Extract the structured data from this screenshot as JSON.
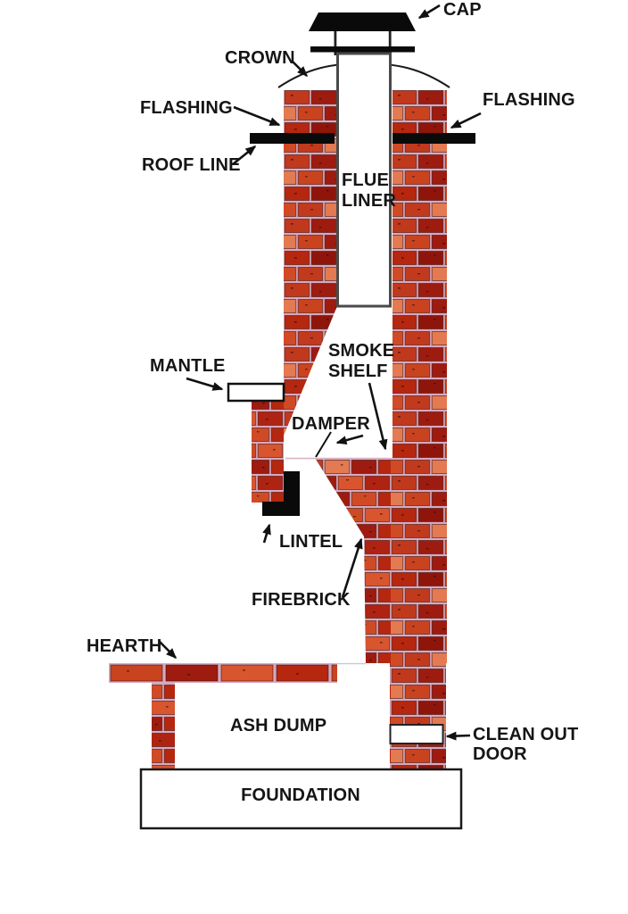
{
  "diagram": {
    "type": "labeled-diagram",
    "subject": "Chimney cross-section anatomy",
    "parts": [
      "CAP",
      "CROWN",
      "FLASHING",
      "ROOF LINE",
      "FLUE LINER",
      "SMOKE SHELF",
      "MANTLE",
      "DAMPER",
      "LINTEL",
      "FIREBRICK",
      "HEARTH",
      "ASH DUMP",
      "CLEAN OUT DOOR",
      "FOUNDATION"
    ]
  },
  "labels": {
    "cap": "CAP",
    "crown": "CROWN",
    "flashing_left": "FLASHING",
    "flashing_right": "FLASHING",
    "roof_line": "ROOF LINE",
    "flue_liner_1": "FLUE",
    "flue_liner_2": "LINER",
    "smoke_shelf_1": "SMOKE",
    "smoke_shelf_2": "SHELF",
    "mantle": "MANTLE",
    "damper": "DAMPER",
    "lintel": "LINTEL",
    "firebrick": "FIREBRICK",
    "hearth": "HEARTH",
    "ash_dump": "ASH DUMP",
    "clean_out_1": "CLEAN OUT",
    "clean_out_2": "DOOR",
    "foundation": "FOUNDATION"
  },
  "colors": {
    "brick_red": "#C0391D",
    "brick_dark_red": "#9E1B10",
    "brick_orange": "#D8552E",
    "brick_salmon": "#E37A51",
    "brick_deep": "#8F150B",
    "mortar": "#D7A9BE",
    "ink": "#111111",
    "structure_white": "#FFFFFF",
    "flue_border": "#4A4A4A"
  }
}
